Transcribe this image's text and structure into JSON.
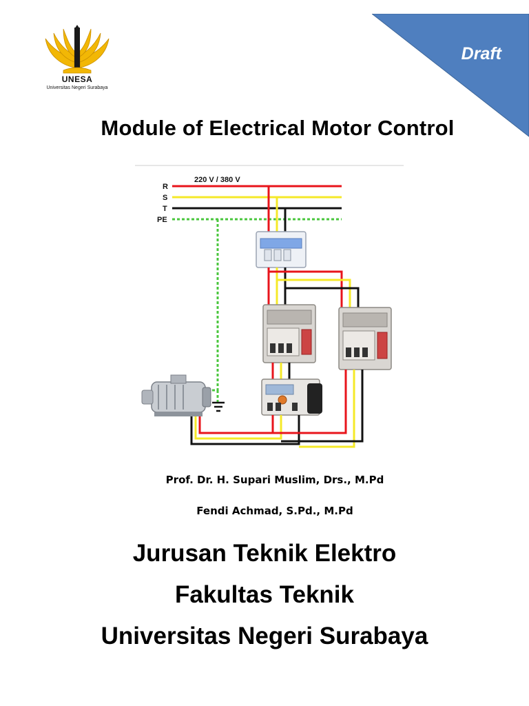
{
  "header": {
    "logo": {
      "icon": "unesa-logo-icon",
      "name": "UNESA",
      "subtitle": "Universitas Negeri Surabaya"
    },
    "draft_label": "Draft",
    "draft_color": "#4f7fbf"
  },
  "title": "Module of Electrical Motor Control",
  "diagram": {
    "supply_label": "220 V / 380 V",
    "phases": [
      "R",
      "S",
      "T",
      "PE"
    ],
    "wire_colors": {
      "R": "#e8141b",
      "S": "#f5e928",
      "T": "#111111",
      "PE": "#49c63c"
    }
  },
  "authors": [
    "Prof. Dr. H. Supari Muslim, Drs., M.Pd",
    "Fendi Achmad, S.Pd., M.Pd"
  ],
  "institution": {
    "department": "Jurusan Teknik Elektro",
    "faculty": "Fakultas Teknik",
    "university": "Universitas Negeri Surabaya"
  }
}
